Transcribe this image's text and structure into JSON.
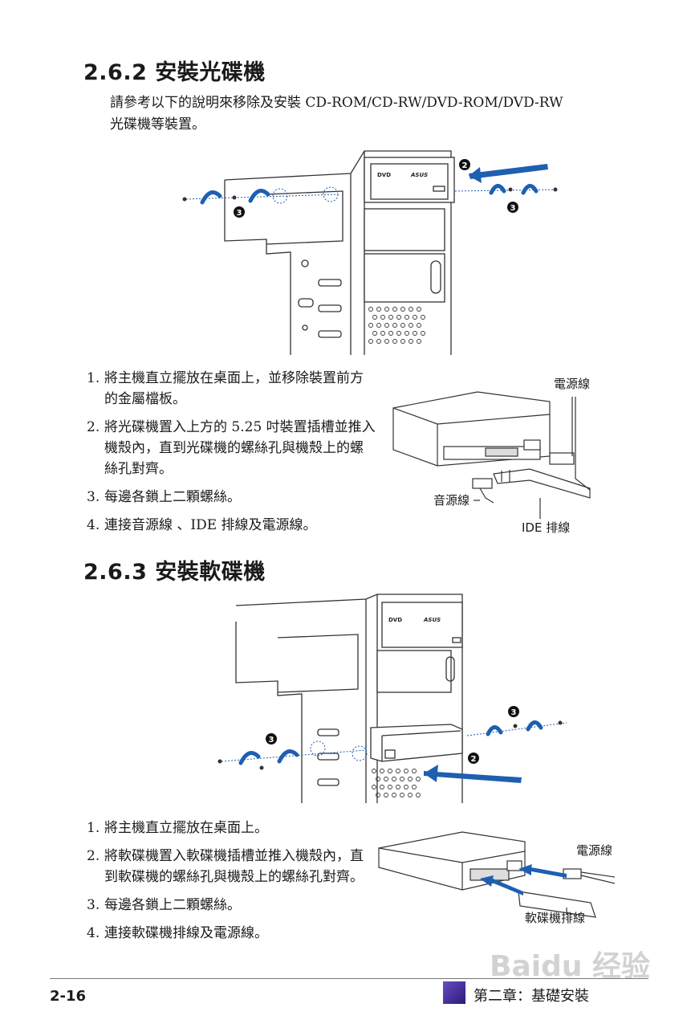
{
  "section1": {
    "title": "2.6.2 安裝光碟機",
    "intro_line1": "請參考以下的說明來移除及安裝 CD-ROM/CD-RW/DVD-ROM/DVD-RW",
    "intro_line2": "光碟機等裝置。",
    "figure_labels": {
      "drive_text": "DVD",
      "brand": "ASUS"
    },
    "steps": [
      {
        "num": "1.",
        "text": "將主機直立擺放在桌面上，並移除裝置前方的金屬檔板。"
      },
      {
        "num": "2.",
        "text": "將光碟機置入上方的 5.25 吋裝置插槽並推入機殼內，直到光碟機的螺絲孔與機殼上的螺絲孔對齊。"
      },
      {
        "num": "3.",
        "text": "每邊各鎖上二顆螺絲。"
      },
      {
        "num": "4.",
        "text": "連接音源線 、IDE 排線及電源線。"
      }
    ],
    "callouts": {
      "power": "電源線",
      "audio": "音源線",
      "ide": "IDE 排線"
    }
  },
  "section2": {
    "title": "2.6.3 安裝軟碟機",
    "figure_labels": {
      "drive_text": "DVD",
      "brand": "ASUS"
    },
    "steps": [
      {
        "num": "1.",
        "text": "將主機直立擺放在桌面上。"
      },
      {
        "num": "2.",
        "text": "將軟碟機置入軟碟機插槽並推入機殼內，直到軟碟機的螺絲孔與機殼上的螺絲孔對齊。"
      },
      {
        "num": "3.",
        "text": "每邊各鎖上二顆螺絲。"
      },
      {
        "num": "4.",
        "text": "連接軟碟機排線及電源線。"
      }
    ],
    "callouts": {
      "power": "電源線",
      "floppy_cable": "軟碟機排線"
    }
  },
  "footer": {
    "page_number": "2-16",
    "chapter": "第二章：基礎安裝",
    "accent_color": "#4b2fa8"
  },
  "watermark": {
    "text": "Baidu 经验"
  },
  "markers": {
    "two": "2",
    "three": "3"
  }
}
